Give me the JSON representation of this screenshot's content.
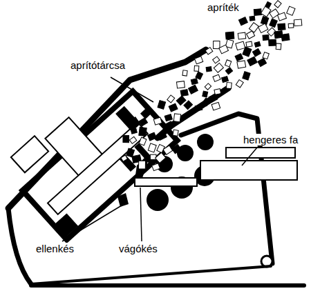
{
  "diagram": {
    "labels": [
      "apríték",
      "aprítótárcsa",
      "hengeres fa",
      "ellenkés",
      "vágókés"
    ]
  }
}
